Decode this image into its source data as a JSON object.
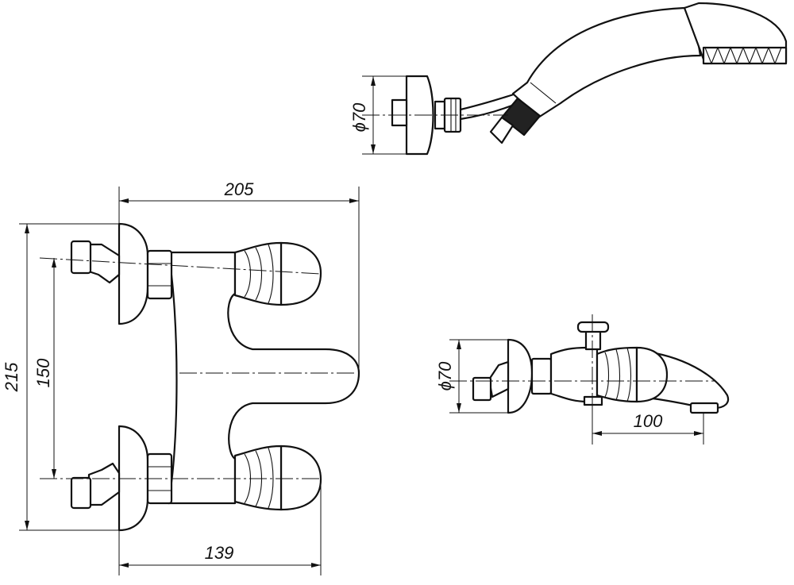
{
  "dimensions": {
    "width_total": "205",
    "height_total": "215",
    "inlet_spacing": "150",
    "wall_to_handle": "139",
    "flange_diameter_top": "ϕ70",
    "flange_diameter_side": "ϕ70",
    "spout_length": "100"
  },
  "colors": {
    "line": "#111111",
    "background": "#ffffff"
  }
}
